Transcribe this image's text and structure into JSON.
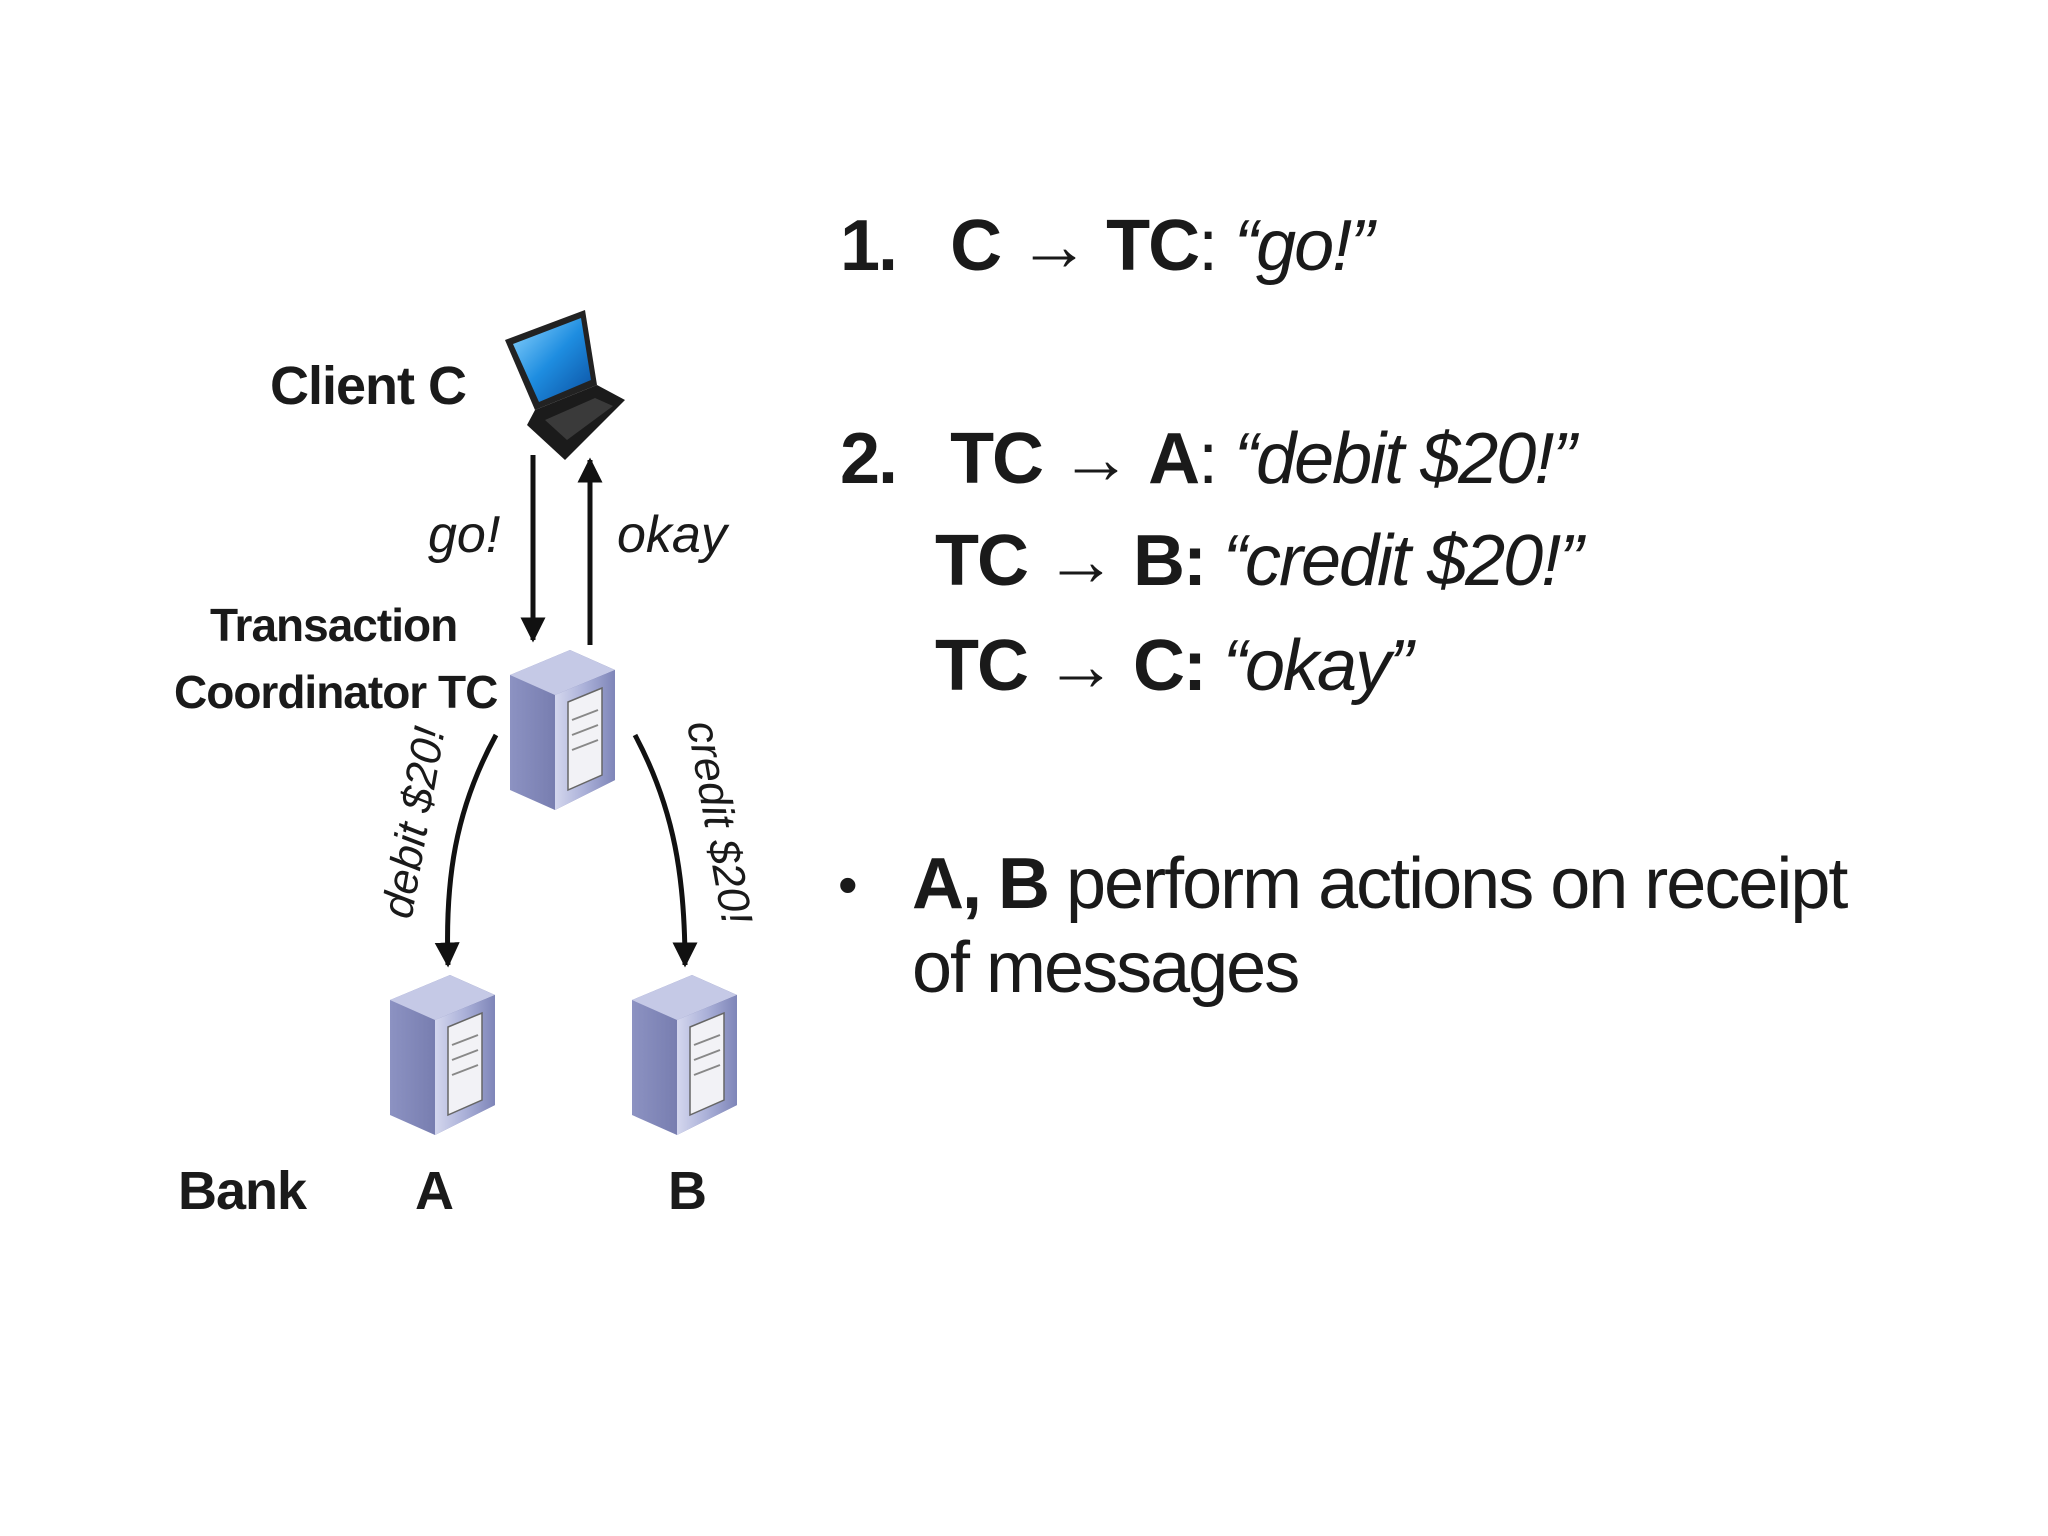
{
  "diagram": {
    "client_label": "Client C",
    "tc_label_line1": "Transaction",
    "tc_label_line2": "Coordinator TC",
    "go_label": "go!",
    "okay_label": "okay",
    "debit_label": "debit $20!",
    "credit_label": "credit $20!",
    "bank_label": "Bank",
    "bank_a_label": "A",
    "bank_b_label": "B",
    "icons": [
      "laptop-icon",
      "server-icon",
      "server-icon",
      "server-icon"
    ]
  },
  "steps": {
    "step1": {
      "num": "1.",
      "from": "C",
      "arrow": "→",
      "to": "TC",
      "colon": ":",
      "msg": "“go!”"
    },
    "step2": [
      {
        "num": "2.",
        "from": "TC",
        "arrow": "→",
        "to": "A",
        "colon": ":",
        "msg": "“debit $20!”"
      },
      {
        "num": "",
        "from": "TC",
        "arrow": "→",
        "to": "B:",
        "colon": "",
        "msg": "“credit $20!”"
      },
      {
        "num": "",
        "from": "TC",
        "arrow": "→",
        "to": "C:",
        "colon": "",
        "msg": "“okay”"
      }
    ]
  },
  "bullet": {
    "symbol": "•",
    "bold": "A, B",
    "text": " perform actions on receipt of messages"
  }
}
